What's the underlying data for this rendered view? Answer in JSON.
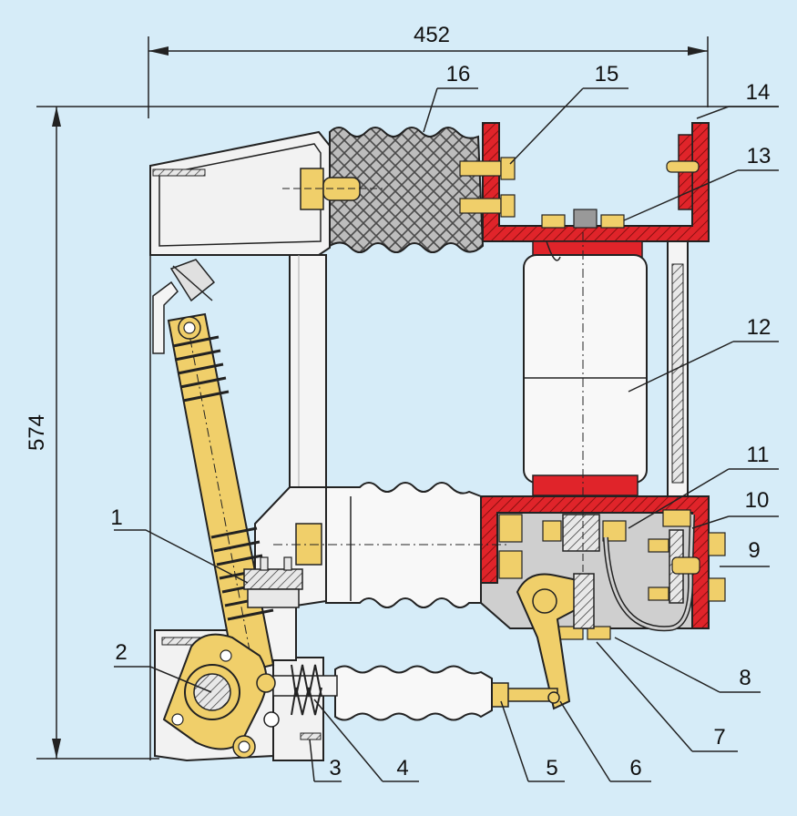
{
  "dimensions": {
    "width_label": "452",
    "height_label": "574"
  },
  "callouts": [
    {
      "id": "c1",
      "label": "1"
    },
    {
      "id": "c2",
      "label": "2"
    },
    {
      "id": "c3",
      "label": "3"
    },
    {
      "id": "c4",
      "label": "4"
    },
    {
      "id": "c5",
      "label": "5"
    },
    {
      "id": "c6",
      "label": "6"
    },
    {
      "id": "c7",
      "label": "7"
    },
    {
      "id": "c8",
      "label": "8"
    },
    {
      "id": "c9",
      "label": "9"
    },
    {
      "id": "c10",
      "label": "10"
    },
    {
      "id": "c11",
      "label": "11"
    },
    {
      "id": "c12",
      "label": "12"
    },
    {
      "id": "c13",
      "label": "13"
    },
    {
      "id": "c14",
      "label": "14"
    },
    {
      "id": "c15",
      "label": "15"
    },
    {
      "id": "c16",
      "label": "16"
    }
  ],
  "colors": {
    "background": "#d6ecf8",
    "frame": "#f2f2f2",
    "red_section": "#e0242a",
    "brass": "#f0cf6a",
    "spring": "#e8c862",
    "insulator": "#f8f8f8",
    "mesh": "#9a9a9a",
    "outline": "#222222"
  }
}
